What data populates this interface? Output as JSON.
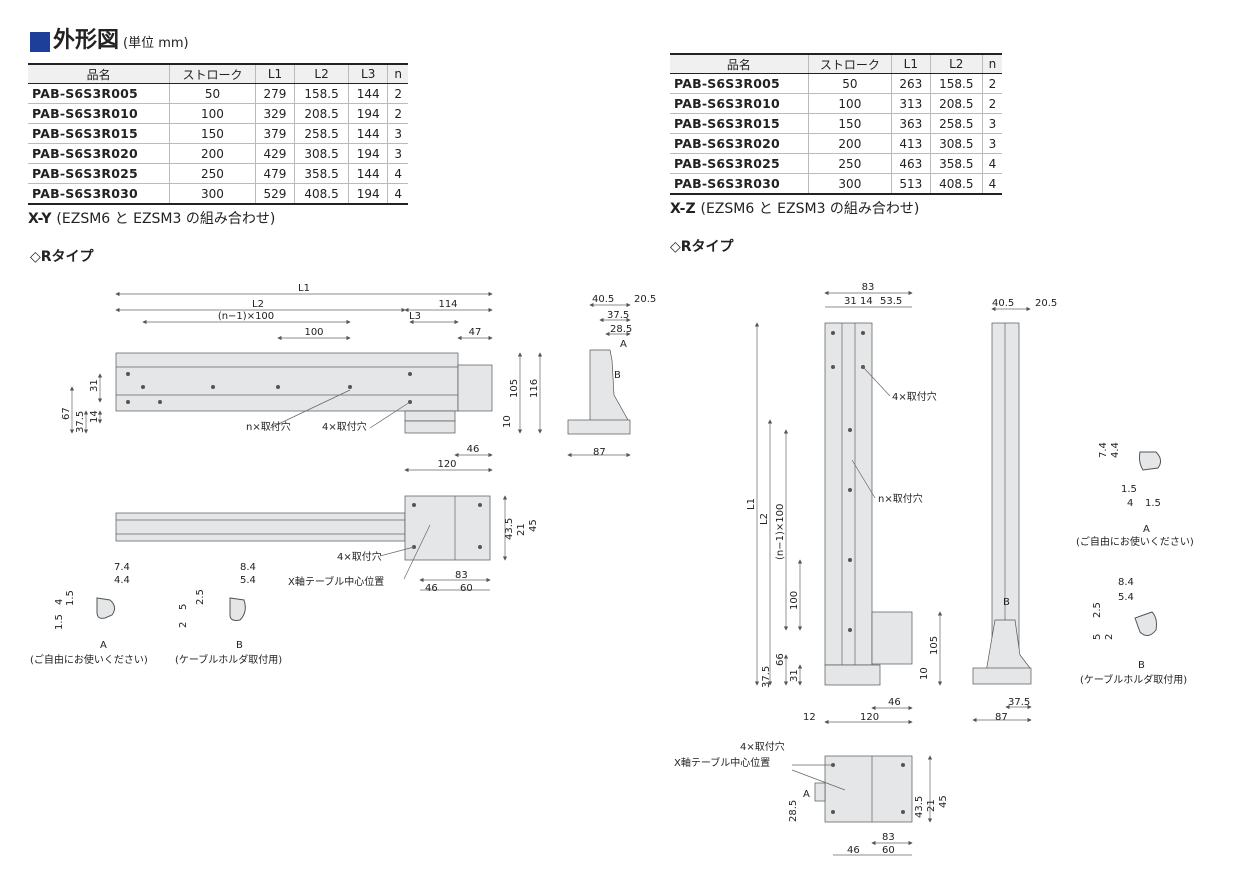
{
  "title": {
    "main": "外形図",
    "sub": "(単位 mm)"
  },
  "table_left": {
    "headers": [
      "品名",
      "ストローク",
      "L1",
      "L2",
      "L3",
      "n"
    ],
    "rows": [
      [
        "PAB-S6S3R005",
        "50",
        "279",
        "158.5",
        "144",
        "2"
      ],
      [
        "PAB-S6S3R010",
        "100",
        "329",
        "208.5",
        "194",
        "2"
      ],
      [
        "PAB-S6S3R015",
        "150",
        "379",
        "258.5",
        "144",
        "3"
      ],
      [
        "PAB-S6S3R020",
        "200",
        "429",
        "308.5",
        "194",
        "3"
      ],
      [
        "PAB-S6S3R025",
        "250",
        "479",
        "358.5",
        "144",
        "4"
      ],
      [
        "PAB-S6S3R030",
        "300",
        "529",
        "408.5",
        "194",
        "4"
      ]
    ]
  },
  "table_right": {
    "headers": [
      "品名",
      "ストローク",
      "L1",
      "L2",
      "n"
    ],
    "rows": [
      [
        "PAB-S6S3R005",
        "50",
        "263",
        "158.5",
        "2"
      ],
      [
        "PAB-S6S3R010",
        "100",
        "313",
        "208.5",
        "2"
      ],
      [
        "PAB-S6S3R015",
        "150",
        "363",
        "258.5",
        "3"
      ],
      [
        "PAB-S6S3R020",
        "200",
        "413",
        "308.5",
        "3"
      ],
      [
        "PAB-S6S3R025",
        "250",
        "463",
        "358.5",
        "4"
      ],
      [
        "PAB-S6S3R030",
        "300",
        "513",
        "408.5",
        "4"
      ]
    ]
  },
  "caption_xy": {
    "bold": "X-Y",
    "rest": "(EZSM6 と EZSM3 の組み合わせ)"
  },
  "caption_xz": {
    "bold": "X-Z",
    "rest": "(EZSM6 と EZSM3 の組み合わせ)"
  },
  "rtype_label": "◇Rタイプ",
  "labels": {
    "L1": "L1",
    "L2": "L2",
    "L3": "L3",
    "n1x100": "(n−1)×100",
    "d114": "114",
    "d100": "100",
    "d47": "47",
    "d46": "46",
    "d120": "120",
    "d105": "105",
    "d116": "116",
    "d10": "10",
    "d31": "31",
    "d67": "67",
    "d37_5": "37.5",
    "d14": "14",
    "d40_5": "40.5",
    "d20_5": "20.5",
    "d28_5": "28.5",
    "d87": "87",
    "d83": "83",
    "d60": "60",
    "d45": "45",
    "d21": "21",
    "d43_5": "43.5",
    "d53_5": "53.5",
    "d12": "12",
    "d66": "66",
    "d7_4": "7.4",
    "d4_4": "4.4",
    "d1_5": "1.5",
    "d4": "4",
    "d8_4": "8.4",
    "d5_4": "5.4",
    "d2_5": "2.5",
    "d5": "5",
    "d2": "2",
    "holes_n": "n×取付穴",
    "holes_4": "4×取付穴",
    "x_center": "X軸テーブル中心位置",
    "A": "A",
    "B": "B",
    "A_note": "(ご自由にお使いください)",
    "B_note": "(ケーブルホルダ取付用)"
  },
  "colors": {
    "title_square": "#1d3f9a",
    "part_fill": "#e4e6e8",
    "dim_line": "#666666"
  }
}
